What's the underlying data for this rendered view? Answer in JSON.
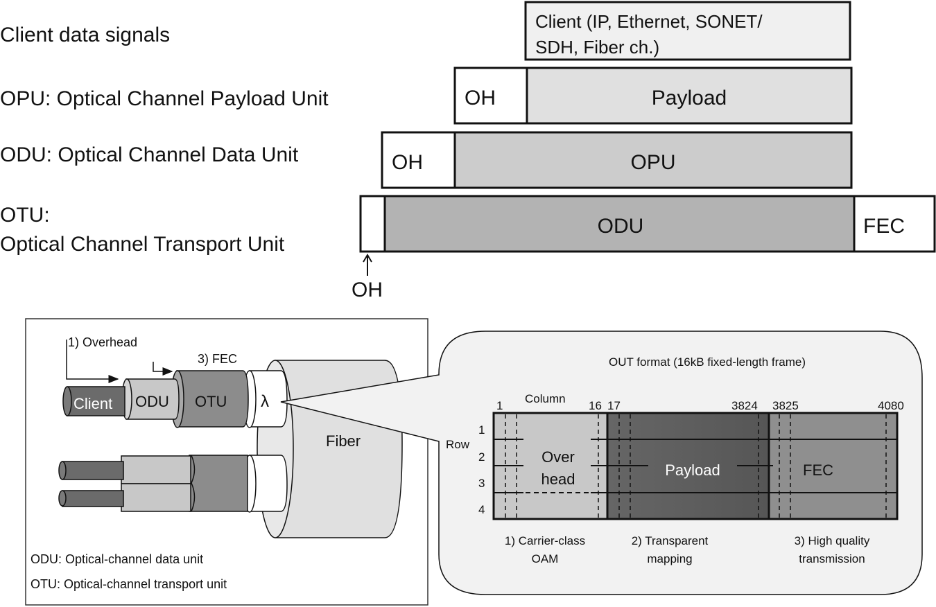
{
  "hierarchy": {
    "labels": {
      "client": "Client data signals",
      "opu": "OPU: Optical Channel Payload Unit",
      "odu": "ODU: Optical Channel Data Unit",
      "otu_line1": "OTU:",
      "otu_line2": "Optical Channel Transport Unit"
    },
    "client_box": {
      "line1": "Client (IP, Ethernet, SONET/",
      "line2": "SDH, Fiber ch.)"
    },
    "opu_row": {
      "oh": "OH",
      "payload": "Payload"
    },
    "odu_row": {
      "oh": "OH",
      "opu": "OPU"
    },
    "otu_row": {
      "odu": "ODU",
      "fec": "FEC",
      "oh_pointer": "OH"
    }
  },
  "cable": {
    "overhead_label": "1) Overhead",
    "fec_label": "3) FEC",
    "client": "Client",
    "odu": "ODU",
    "otu": "OTU",
    "lambda": "λ",
    "fiber": "Fiber",
    "legend": [
      "ODU: Optical-channel data unit",
      "OTU: Optical-channel transport unit"
    ]
  },
  "frame": {
    "title": "OUT format (16kB fixed-length frame)",
    "column_label": "Column",
    "row_label": "Row",
    "column_ticks": [
      "1",
      "16",
      "17",
      "3824",
      "3825",
      "4080"
    ],
    "rows": [
      "1",
      "2",
      "3",
      "4"
    ],
    "sections": {
      "overhead_line1": "Over",
      "overhead_line2": "head",
      "payload": "Payload",
      "fec": "FEC"
    },
    "captions": [
      {
        "line1": "1) Carrier-class",
        "line2": "OAM"
      },
      {
        "line1": "2) Transparent",
        "line2": "mapping"
      },
      {
        "line1": "3) High quality",
        "line2": "transmission"
      }
    ]
  },
  "colors": {
    "client_fill": "#f0f0f0",
    "payload_fill": "#e0e0e0",
    "opu_fill": "#cccccc",
    "odu_fill": "#b3b3b3",
    "frame_oh_fill": "#c8c8c8",
    "frame_payload_fill": "#5e5e5e",
    "frame_fec_fill": "#8f8f8f",
    "bubble_fill": "#f2f2f2",
    "cable_client": "#6b6b6b",
    "cable_odu": "#c8c8c8",
    "cable_otu": "#8c8c8c",
    "fiber_fill": "#e0e0e0"
  }
}
